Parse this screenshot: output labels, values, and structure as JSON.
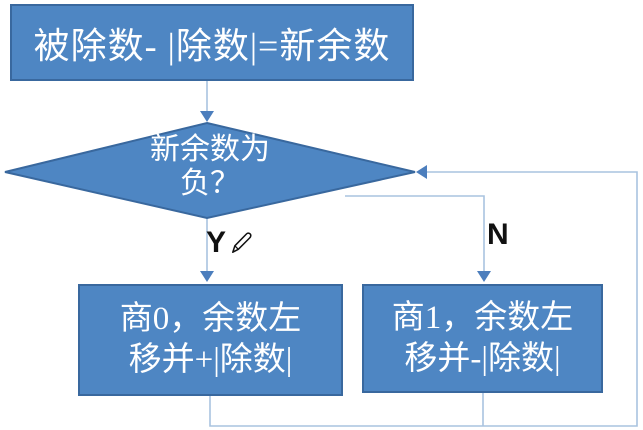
{
  "colors": {
    "node_fill": "#4E86C3",
    "node_border": "#39689E",
    "connector_line": "#A9C3DF",
    "arrowhead": "#4C7EBD",
    "node_text": "#FFFFFF",
    "edge_label_text": "#111111",
    "background": "#FFFFFF"
  },
  "diagram": {
    "nodes": {
      "start": {
        "type": "process",
        "text": "被除数- |除数|=新余数"
      },
      "decision": {
        "type": "decision",
        "line1": "新余数为",
        "line2": "负？"
      },
      "yes_box": {
        "type": "process",
        "line1": "商0，余数左",
        "line2": "移并+|除数|"
      },
      "no_box": {
        "type": "process",
        "line1": "商1，余数左",
        "line2": "移并-|除数|"
      }
    },
    "edge_labels": {
      "yes": "Y",
      "no": "N"
    },
    "icons": {
      "pencil": "✎"
    }
  }
}
